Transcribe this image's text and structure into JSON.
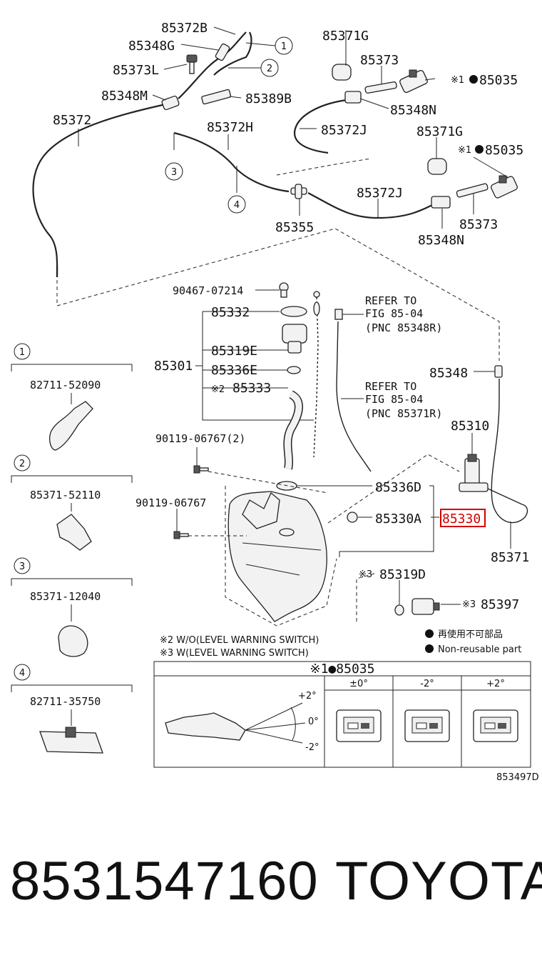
{
  "labels": {
    "l_85372B": "85372B",
    "l_85348G": "85348G",
    "l_85373L": "85373L",
    "l_85348M": "85348M",
    "l_85389B": "85389B",
    "l_85372": "85372",
    "l_85372H": "85372H",
    "l_85355": "85355",
    "l_85371G_a": "85371G",
    "l_85373_a": "85373",
    "l_85035_a": "85035",
    "l_85348N_a": "85348N",
    "l_85372J_a": "85372J",
    "l_85371G_b": "85371G",
    "l_85035_b": "85035",
    "l_85372J_b": "85372J",
    "l_85373_b": "85373",
    "l_85348N_b": "85348N",
    "l_90467": "90467-07214",
    "l_85332": "85332",
    "l_85319E": "85319E",
    "l_85301": "85301",
    "l_85336E": "85336E",
    "l_85333": "85333",
    "l_refer1_a": "REFER TO",
    "l_refer1_b": "FIG 85-04",
    "l_refer1_c": "(PNC 85348R)",
    "l_refer2_a": "REFER TO",
    "l_refer2_b": "FIG 85-04",
    "l_refer2_c": "(PNC 85371R)",
    "l_85348": "85348",
    "l_85310": "85310",
    "l_90119_2": "90119-06767(2)",
    "l_90119": "90119-06767",
    "l_85336D": "85336D",
    "l_85330A": "85330A",
    "l_85330": "85330",
    "l_85371": "85371",
    "l_85319D": "85319D",
    "l_85397": "85397",
    "mark1": "※1",
    "mark2": "※2",
    "mark3": "※3"
  },
  "callouts": [
    "1",
    "2",
    "3",
    "4"
  ],
  "notes": {
    "note2": "※2 W/O(LEVEL WARNING SWITCH)",
    "note3": "※3 W(LEVEL WARNING SWITCH)",
    "legend_jp": "再使用不可部品",
    "legend_en": "Non-reusable part"
  },
  "sidepanel": [
    {
      "num": "1",
      "part": "82711-52090"
    },
    {
      "num": "2",
      "part": "85371-52110"
    },
    {
      "num": "3",
      "part": "85371-12040"
    },
    {
      "num": "4",
      "part": "82711-35750"
    }
  ],
  "detail_table": {
    "title": "※1●85035",
    "headers": [
      "±0°",
      "-2°",
      "+2°"
    ],
    "angles": [
      "+2°",
      "0°",
      "-2°"
    ]
  },
  "figure_code": "853497D",
  "footer": {
    "part_number": "8531547160",
    "brand": "TOYOTA"
  },
  "colors": {
    "highlight": "#d40000",
    "ink": "#111111"
  }
}
